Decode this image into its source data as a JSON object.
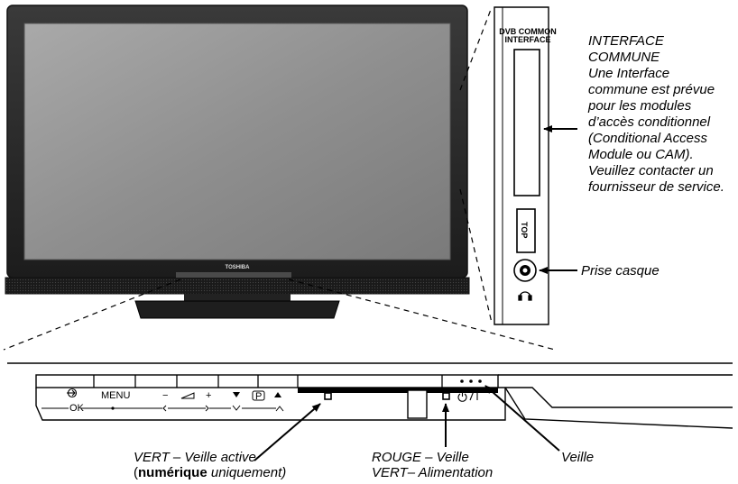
{
  "tv": {
    "brand": "TOSHIBA"
  },
  "side_panel": {
    "slot_label_line1": "DVB COMMON",
    "slot_label_line2": "INTERFACE",
    "usb_label": "TOP",
    "ci_title_line1": "INTERFACE",
    "ci_title_line2": "COMMUNE",
    "ci_desc": [
      "Une Interface",
      "commune est prévue",
      "pour les modules",
      "d’accès conditionnel",
      "(Conditional Access",
      "Module ou CAM).",
      "Veuillez contacter un",
      "fournisseur de service."
    ],
    "headphone_label": "Prise casque"
  },
  "control_strip": {
    "ok_label": "OK",
    "menu_label": "MENU",
    "minus_label": "−",
    "plus_label": "+",
    "prog_label": "P"
  },
  "callouts": {
    "green_standby_prefix": "VERT – Veille active",
    "green_standby_paren_open": "(",
    "green_standby_bold": "numérique",
    "green_standby_rest": " uniquement)",
    "red_line1": "ROUGE – Veille",
    "red_line2": "VERT– Alimentation",
    "standby": "Veille"
  },
  "colors": {
    "tv_bezel": "#2b2b2b",
    "screen": "#8e8e8e",
    "line": "#000000"
  }
}
